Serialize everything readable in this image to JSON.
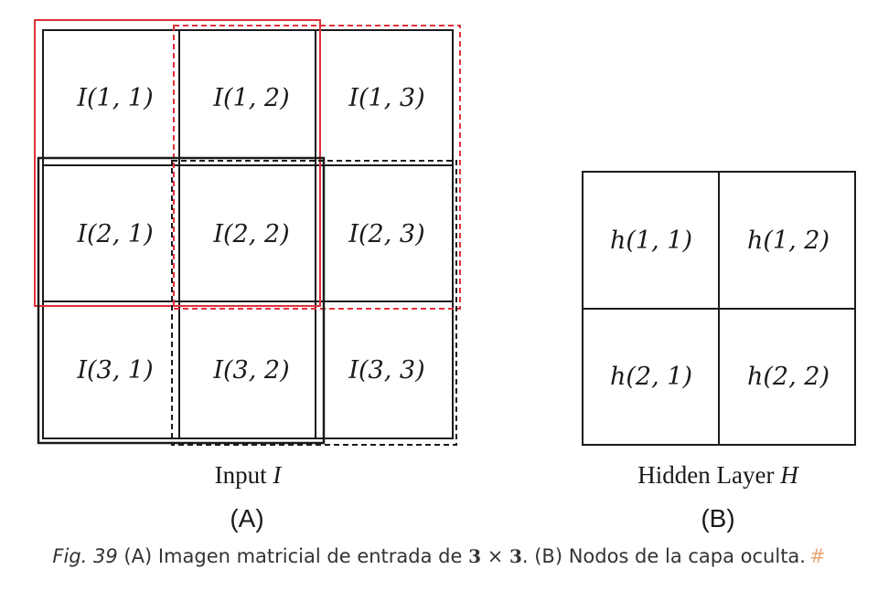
{
  "panel_a": {
    "cells": [
      [
        "I(1, 1)",
        "I(1, 2)",
        "I(1, 3)"
      ],
      [
        "I(2, 1)",
        "I(2, 2)",
        "I(2, 3)"
      ],
      [
        "I(3, 1)",
        "I(3, 2)",
        "I(3, 3)"
      ]
    ],
    "label_text": "Input",
    "label_math": "I",
    "letter": "(A)"
  },
  "panel_b": {
    "cells": [
      [
        "h(1, 1)",
        "h(1, 2)"
      ],
      [
        "h(2, 1)",
        "h(2, 2)"
      ]
    ],
    "label_text": "Hidden Layer",
    "label_math": "H",
    "letter": "(B)"
  },
  "colors": {
    "grid": "#1a1a1a",
    "window_red": "#e0303a",
    "window_black": "#1a1a1a",
    "anchor": "#e8a87a"
  },
  "caption": {
    "fig_label": "Fig. 39",
    "part1": " (A) Imagen matricial de entrada de ",
    "math_a": "3",
    "times": " × ",
    "math_b": "3",
    "part2": ". (B) Nodos de la capa oculta.",
    "anchor": "#"
  }
}
